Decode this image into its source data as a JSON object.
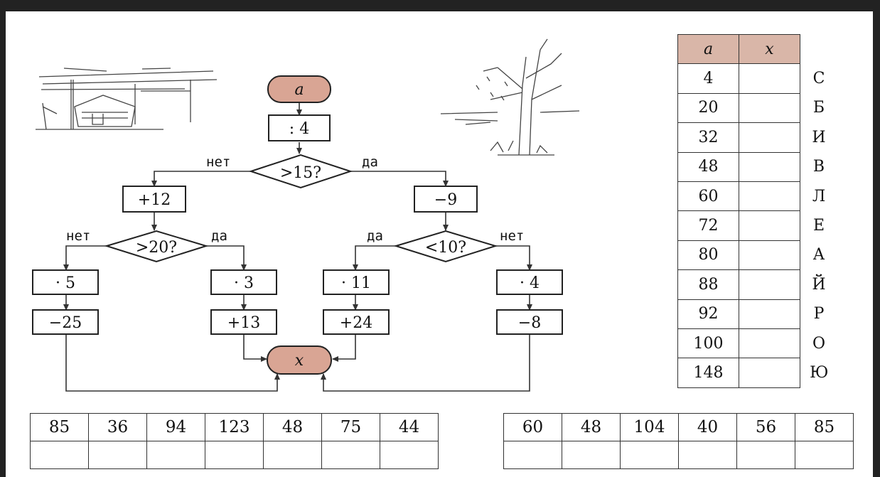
{
  "flowchart": {
    "start": "a",
    "end": "x",
    "ops": {
      "div4": ": 4",
      "plus12": "+12",
      "minus9": "−9",
      "mul5": "· 5",
      "minus25": "−25",
      "mul3": "· 3",
      "plus13": "+13",
      "mul11": "· 11",
      "plus24": "+24",
      "mul4": "· 4",
      "minus8": "−8"
    },
    "conditions": {
      "c15": ">15?",
      "c20": ">20?",
      "c10": "<10?"
    },
    "branch_labels": {
      "no": "нет",
      "yes": "да"
    }
  },
  "value_table": {
    "header_a": "a",
    "header_x": "x",
    "rows": [
      {
        "a": "4",
        "x": "",
        "letter": "С"
      },
      {
        "a": "20",
        "x": "",
        "letter": "Б"
      },
      {
        "a": "32",
        "x": "",
        "letter": "И"
      },
      {
        "a": "48",
        "x": "",
        "letter": "В"
      },
      {
        "a": "60",
        "x": "",
        "letter": "Л"
      },
      {
        "a": "72",
        "x": "",
        "letter": "Е"
      },
      {
        "a": "80",
        "x": "",
        "letter": "А"
      },
      {
        "a": "88",
        "x": "",
        "letter": "Й"
      },
      {
        "a": "92",
        "x": "",
        "letter": "Р"
      },
      {
        "a": "100",
        "x": "",
        "letter": "О"
      },
      {
        "a": "148",
        "x": "",
        "letter": "Ю"
      }
    ]
  },
  "answer_left": {
    "values": [
      "85",
      "36",
      "94",
      "123",
      "48",
      "75",
      "44"
    ],
    "answers": [
      "",
      "",
      "",
      "",
      "",
      "",
      ""
    ]
  },
  "answer_right": {
    "values": [
      "60",
      "48",
      "104",
      "40",
      "56",
      "85"
    ],
    "answers": [
      "",
      "",
      "",
      "",
      "",
      ""
    ]
  },
  "colors": {
    "terminal_fill": "#d9a594",
    "header_fill": "#d9b6a8",
    "frame": "#222222"
  }
}
